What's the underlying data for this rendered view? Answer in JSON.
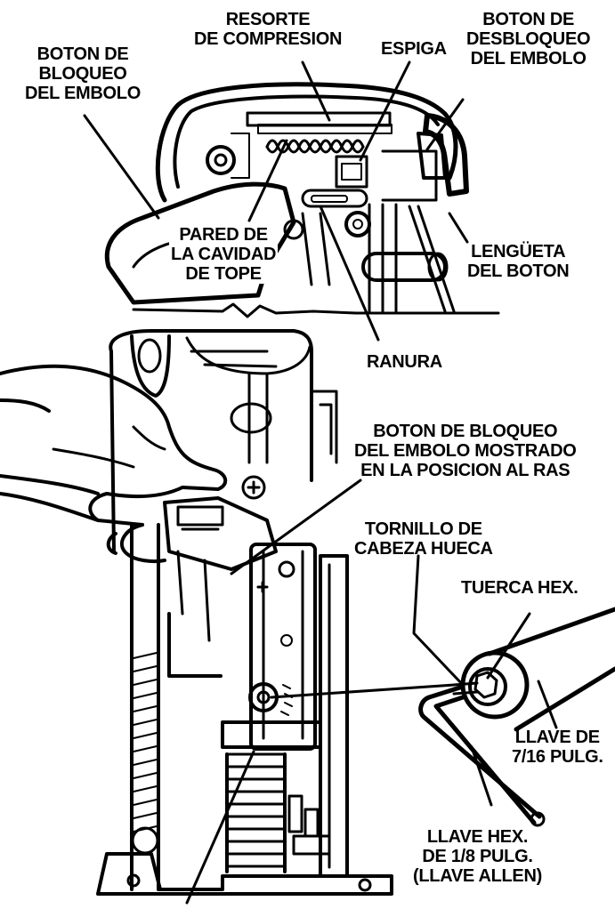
{
  "labels": {
    "plunger_lock_button": [
      "BOTON DE",
      "BLOQUEO",
      "DEL EMBOLO"
    ],
    "compression_spring": [
      "RESORTE",
      "DE COMPRESION"
    ],
    "pin": [
      "ESPIGA"
    ],
    "plunger_release_button": [
      "BOTON DE",
      "DESBLOQUEO",
      "DEL EMBOLO"
    ],
    "stop_cavity_wall": [
      "PARED DE",
      "LA CAVIDAD",
      "DE TOPE"
    ],
    "button_tab": [
      "LENGÜETA",
      "DEL BOTON"
    ],
    "slot": [
      "RANURA"
    ],
    "lock_button_flush": [
      "BOTON DE BLOQUEO",
      "DEL EMBOLO MOSTRADO",
      "EN LA POSICION AL RAS"
    ],
    "socket_head_screw": [
      "TORNILLO DE",
      "CABEZA HUECA"
    ],
    "hex_nut": [
      "TUERCA HEX."
    ],
    "wrench_7_16": [
      "LLAVE DE",
      "7/16 PULG."
    ],
    "hex_key_1_8": [
      "LLAVE HEX.",
      "DE 1/8 PULG.",
      "(LLAVE ALLEN)"
    ]
  },
  "colors": {
    "ink": "#000000",
    "paper": "#ffffff"
  }
}
